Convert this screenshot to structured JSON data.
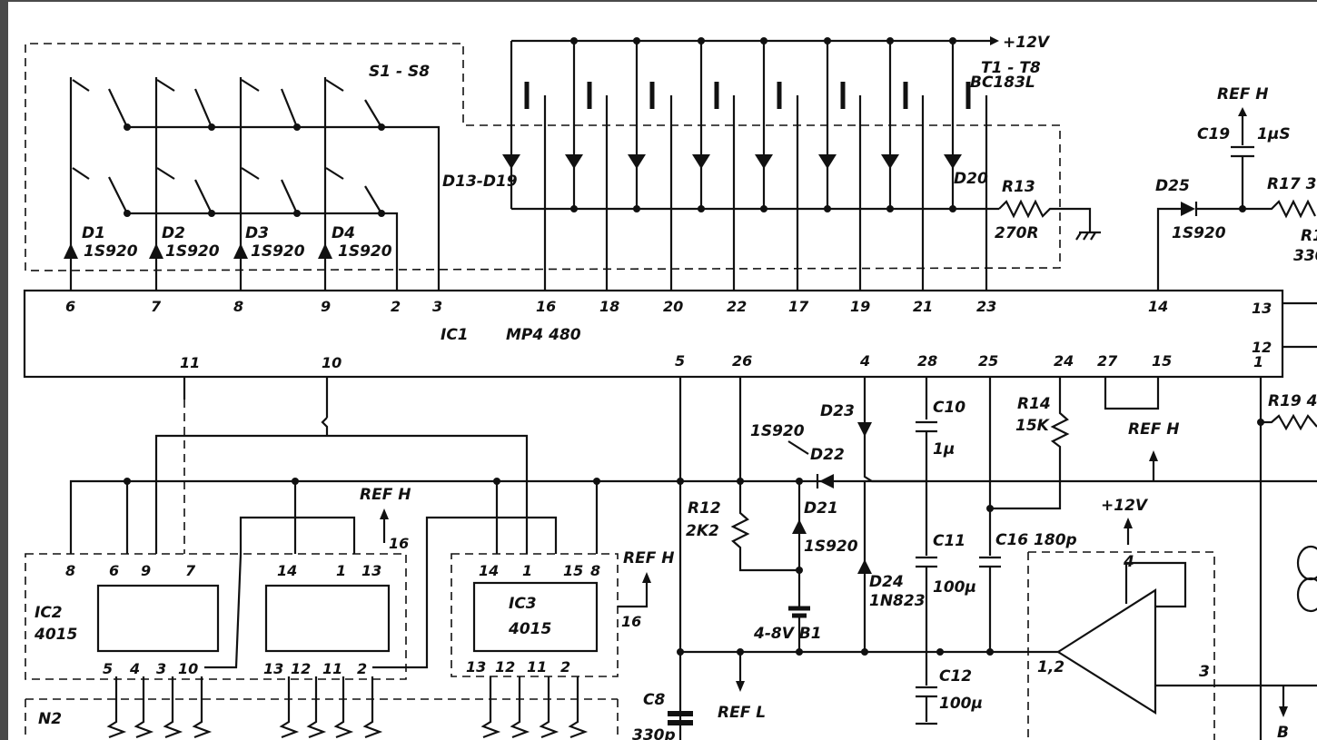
{
  "labels": {
    "s1_s8": "S1 - S8",
    "plus12v_top": "+12V",
    "t1_t8": "T1 - T8",
    "bc183l": "BC183L",
    "d13_d19": "D13-D19",
    "d20": "D20",
    "r13": "R13",
    "r13_val": "270R",
    "ref_h_top": "REF H",
    "c19": "C19",
    "c19_val": "1µS",
    "d25": "D25",
    "d25_part": "1S920",
    "r17": "R17 3",
    "r1x": "R1",
    "r1x_val": "330",
    "d1": "D1",
    "d1_part": "1S920",
    "d2": "D2",
    "d2_part": "1S920",
    "d3": "D3",
    "d3_part": "1S920",
    "d4": "D4",
    "d4_part": "1S920",
    "ic1": "IC1",
    "ic1_part": "MP4 480",
    "r19": "R19 4",
    "d23": "D23",
    "c10": "C10",
    "c10_val": "1µ",
    "r14": "R14",
    "r14_val": "15K",
    "ref_h_mid": "REF H",
    "d22_part": "1S920",
    "d22": "D22",
    "d21": "D21",
    "d21_part": "1S920",
    "r12": "R12",
    "r12_val": "2K2",
    "c11": "C11",
    "c11_val": "100µ",
    "c16": "C16 180p",
    "plus12v_mid": "+12V",
    "ref_h_ic2": "REF H",
    "ref_h_ic3": "REF H",
    "ic2": "IC2",
    "ic2_part": "4015",
    "ic3": "IC3",
    "ic3_part": "4015",
    "d24": "D24",
    "d24_part": "1N823",
    "b1": "4-8V  B1",
    "c12": "C12",
    "c12_val": "100µ",
    "c8": "C8",
    "c8_val": "330p",
    "ref_l": "REF L",
    "n2": "N2",
    "opamp_pin3": "3",
    "opamp_pin12": "1,2",
    "opamp_pin4": "4",
    "pin_b": "B"
  },
  "ic1_pins_top": [
    "6",
    "7",
    "8",
    "9",
    "2",
    "3",
    "16",
    "18",
    "20",
    "22",
    "17",
    "19",
    "21",
    "23",
    "14",
    "13"
  ],
  "ic1_pins_bottom": [
    "11",
    "10",
    "5",
    "26",
    "4",
    "28",
    "25",
    "24",
    "27",
    "15",
    "12",
    "1"
  ],
  "ic2_pins_top": [
    "8",
    "6",
    "9",
    "7",
    "14",
    "1",
    "13"
  ],
  "ic2_pin_16": "16",
  "ic2_pins_bottom": [
    "5",
    "4",
    "3",
    "10",
    "13",
    "12",
    "11",
    "2"
  ],
  "ic3_pins_top": [
    "14",
    "1",
    "15",
    "8"
  ],
  "ic3_pin_16": "16",
  "ic3_pins_bottom": [
    "13",
    "12",
    "11",
    "2"
  ]
}
